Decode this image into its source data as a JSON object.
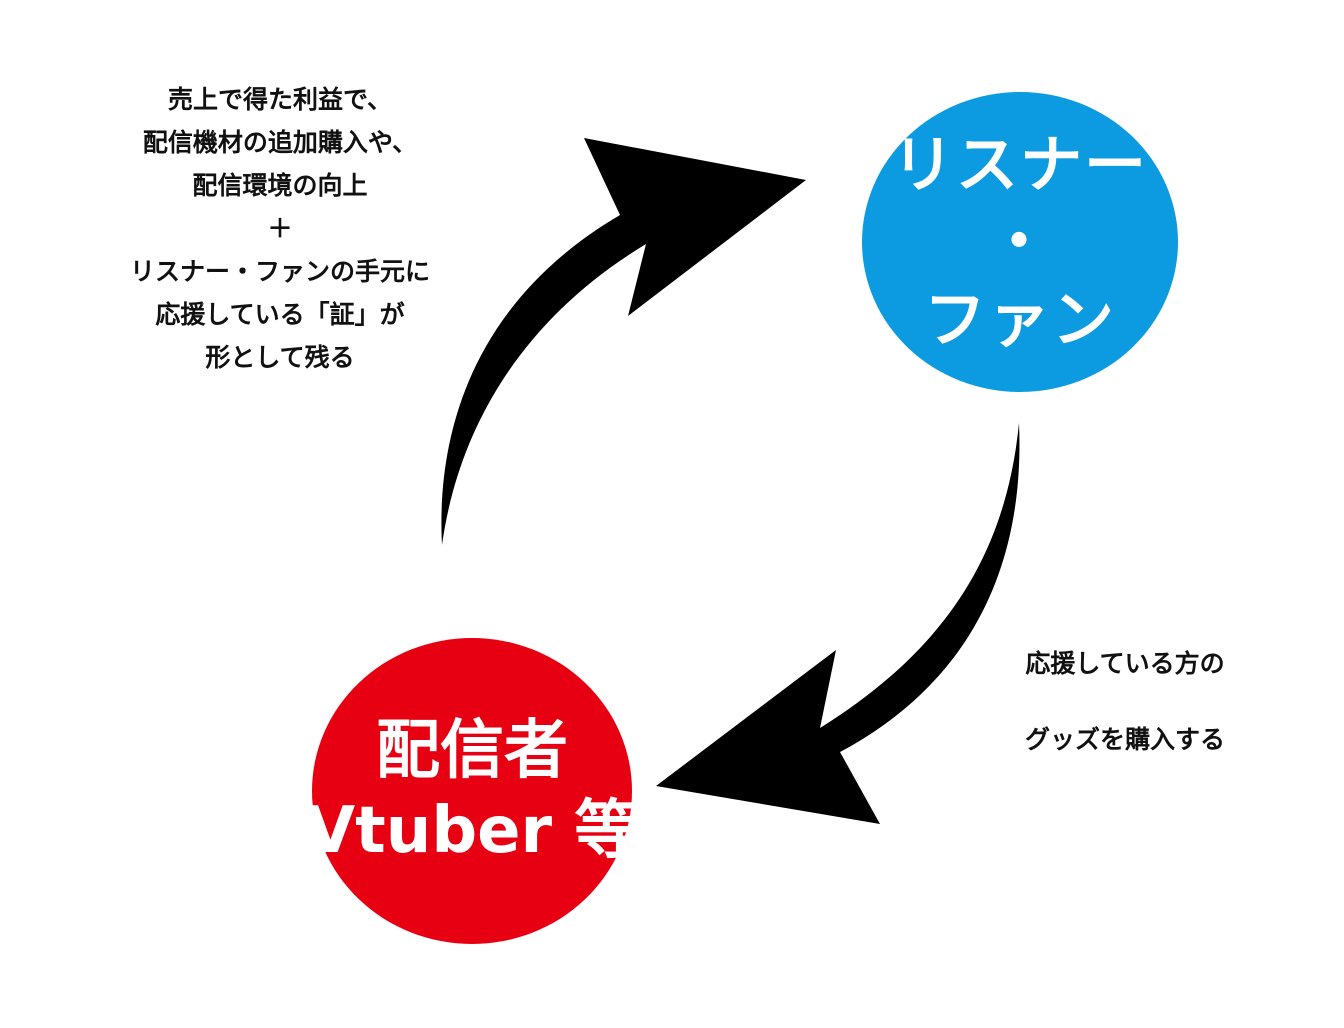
{
  "colors": {
    "listener_circle": "#0c9ae0",
    "streamer_circle": "#e60012",
    "arrow": "#000000",
    "text_dark": "#111111",
    "text_light": "#ffffff"
  },
  "nodes": {
    "listener": {
      "lines": [
        "リスナー",
        "・",
        "ファン"
      ]
    },
    "streamer": {
      "lines": [
        "配信者",
        "Vtuber 等"
      ]
    }
  },
  "notes": {
    "left": {
      "lines": [
        "売上で得た利益で、",
        "配信機材の追加購入や、",
        "配信環境の向上",
        "＋",
        "リスナー・ファンの手元に",
        "応援している「証」が",
        "形として残る"
      ]
    },
    "right": {
      "lines": [
        "応援している方の",
        "グッズを購入する"
      ]
    }
  },
  "arrows": [
    {
      "from": "streamer",
      "to": "listener",
      "icon": "curved-arrow-up-right"
    },
    {
      "from": "listener",
      "to": "streamer",
      "icon": "curved-arrow-down-left"
    }
  ]
}
